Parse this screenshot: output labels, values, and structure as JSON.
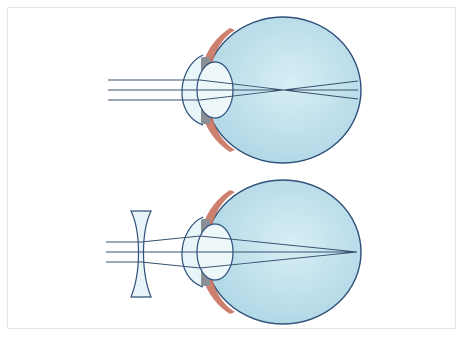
{
  "diagram": {
    "kind": "myopia correction illustration",
    "panels": [
      {
        "id": "uncorrected-eye",
        "lens": false
      },
      {
        "id": "corrected-eye",
        "lens": true
      }
    ],
    "colors": {
      "vitreous": "#b9dde8",
      "vitreous_edge": "#2d4f7a",
      "sclera_red": "#c9725e",
      "lens_fill": "#eef7fa",
      "iris": "#8a8f96",
      "ray": "#37506e",
      "concave_lens": "#e9f4f8"
    }
  }
}
